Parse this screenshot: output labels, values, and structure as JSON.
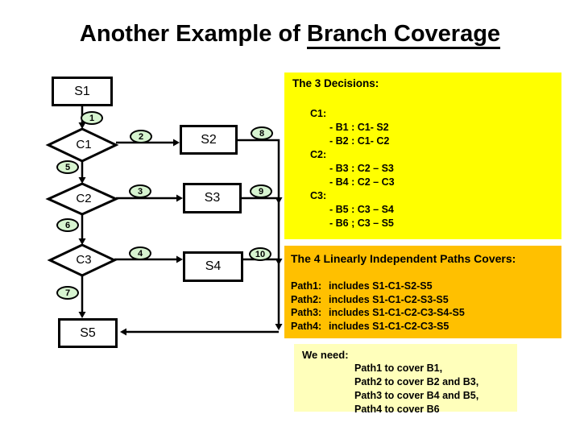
{
  "slide": {
    "title_prefix": "Another Example of ",
    "title_underlined": "Branch Coverage"
  },
  "flowchart": {
    "boxes": [
      {
        "id": "S1",
        "label": "S1"
      },
      {
        "id": "S2",
        "label": "S2"
      },
      {
        "id": "S3",
        "label": "S3"
      },
      {
        "id": "S4",
        "label": "S4"
      },
      {
        "id": "S5",
        "label": "S5"
      }
    ],
    "decisions": [
      {
        "id": "C1",
        "label": "C1"
      },
      {
        "id": "C2",
        "label": "C2"
      },
      {
        "id": "C3",
        "label": "C3"
      }
    ],
    "edge_labels": [
      "1",
      "2",
      "3",
      "4",
      "5",
      "6",
      "7",
      "8",
      "9",
      "10"
    ]
  },
  "decisions_panel": {
    "title": "The 3 Decisions:",
    "groups": [
      {
        "label": "C1:",
        "branches": [
          "- B1 : C1- S2",
          "- B2 : C1- C2"
        ]
      },
      {
        "label": "C2:",
        "branches": [
          "- B3 : C2 – S3",
          "- B4 : C2 – C3"
        ]
      },
      {
        "label": "C3:",
        "branches": [
          "- B5 : C3 – S4",
          "- B6 ; C3 – S5"
        ]
      }
    ]
  },
  "paths_panel": {
    "title": "The 4 Linearly Independent Paths Covers:",
    "items": [
      {
        "name": "Path1:",
        "desc": "includes S1-C1-S2-S5"
      },
      {
        "name": "Path2:",
        "desc": "includes S1-C1-C2-S3-S5"
      },
      {
        "name": "Path3:",
        "desc": "includes S1-C1-C2-C3-S4-S5"
      },
      {
        "name": "Path4:",
        "desc": "includes S1-C1-C2-C3-S5"
      }
    ]
  },
  "need_panel": {
    "title": "We need:",
    "items": [
      "Path1 to cover B1,",
      "Path2 to cover B2 and B3,",
      "Path3 to cover B4 and B5,",
      "Path4 to cover B6"
    ]
  },
  "colors": {
    "decisions_panel_bg": "#FFFF00",
    "paths_panel_bg": "#FFC000",
    "need_panel_bg": "#FFFFBB",
    "edge_badge_bg": "#D7F4D0",
    "stroke": "#000000"
  }
}
